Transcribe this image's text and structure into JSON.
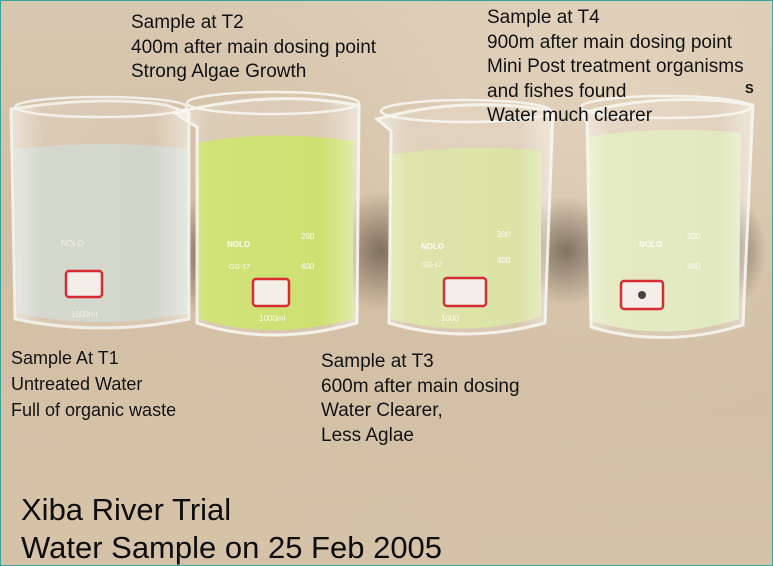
{
  "samples": {
    "t1": {
      "lines": [
        "Sample At T1",
        "Untreated Water",
        "Full of organic waste"
      ]
    },
    "t2": {
      "lines": [
        "Sample at T2",
        "400m after main dosing point",
        "Strong Algae Growth"
      ]
    },
    "t3": {
      "lines": [
        "Sample at T3",
        "600m after main dosing",
        "Water Clearer,",
        "Less Aglae"
      ]
    },
    "t4": {
      "lines": [
        "Sample at T4",
        "900m after main dosing point",
        "Mini Post treatment organisms",
        "and fishes found",
        "Water much clearer"
      ]
    }
  },
  "corner_mark": "S",
  "caption": {
    "line1": "Xiba River Trial",
    "line2": "Water Sample on 25 Feb 2005"
  },
  "beakers": {
    "b1": {
      "brand": "NOLO",
      "volume": "1000ml",
      "water_color": "#cdd1c4"
    },
    "b2": {
      "brand": "NOLO",
      "spec": "GG-17",
      "tick_200": "200",
      "tick_400": "400",
      "volume": "1000ml",
      "water_color": "#c9dd61"
    },
    "b3": {
      "brand": "NOLO",
      "spec": "GG-17",
      "tick_200": "200",
      "tick_400": "400",
      "volume": "1000",
      "water_color": "#d8e09c"
    },
    "b4": {
      "brand": "NOLO",
      "tick_200": "200",
      "tick_400": "400",
      "water_color": "#dfe6b8"
    }
  },
  "colors": {
    "frame": "#3aa39a",
    "ground": "#d4c2a9"
  }
}
